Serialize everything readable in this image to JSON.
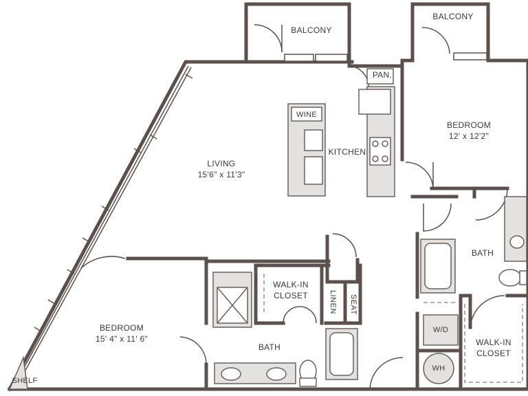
{
  "rooms": {
    "balcony_left": {
      "name": "BALCONY"
    },
    "balcony_right": {
      "name": "BALCONY"
    },
    "pantry": {
      "name": "PAN."
    },
    "wine": {
      "name": "WINE"
    },
    "kitchen": {
      "name": "KITCHEN"
    },
    "living": {
      "name": "LIVING",
      "size": "15'6\" x 11'3\""
    },
    "bedroom_upper": {
      "name": "BEDROOM",
      "size": "12' x 12'2\""
    },
    "bath_right": {
      "name": "BATH"
    },
    "walkin_center": {
      "line1": "WALK-IN",
      "line2": "CLOSET"
    },
    "linen": {
      "name": "LINEN"
    },
    "seat": {
      "name": "SEAT"
    },
    "bedroom_lower": {
      "name": "BEDROOM",
      "size": "15' 4\" x 11' 6\""
    },
    "bath_lower": {
      "name": "BATH"
    },
    "washer_dryer": {
      "name": "W/D"
    },
    "water_heater": {
      "name": "WH"
    },
    "walkin_right": {
      "line1": "WALK-IN",
      "line2": "CLOSET"
    },
    "shelf": {
      "name": "SHELF"
    }
  },
  "colors": {
    "wall": "#5b504b",
    "fixture": "#6a605b",
    "fixture_fill": "#e4e2e1",
    "text": "#3f3733",
    "dashed": "#9a9290"
  }
}
